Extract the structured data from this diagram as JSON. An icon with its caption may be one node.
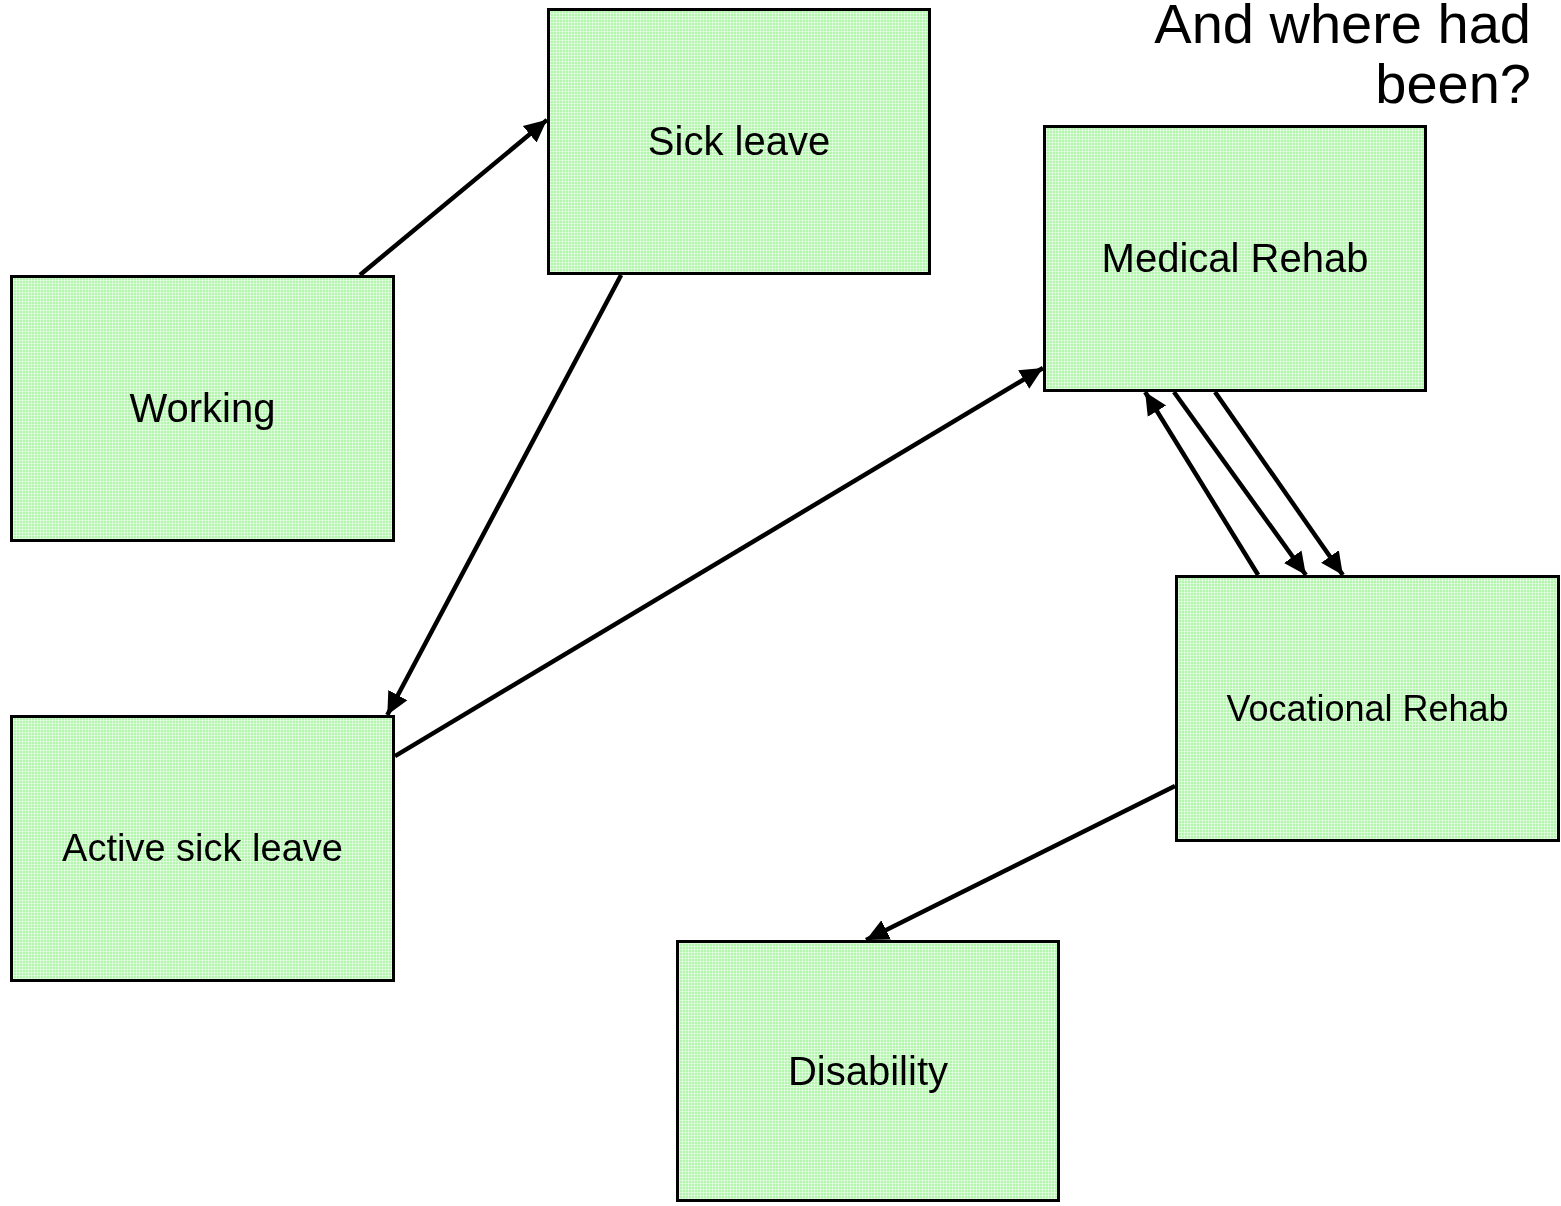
{
  "diagram": {
    "title": "And where had been?",
    "nodes": [
      {
        "text": [
          "Working"
        ]
      },
      {
        "text": [
          "Sick leave"
        ]
      },
      {
        "text": [
          "Active sick leave"
        ]
      },
      {
        "text": [
          "Medical Rehab"
        ]
      },
      {
        "text": [
          "Vocational Rehab"
        ]
      },
      {
        "text": [
          "Disability"
        ]
      }
    ],
    "edges": [
      {
        "from": 0,
        "to": 1,
        "arrow": "to"
      },
      {
        "from": 1,
        "to": 2,
        "arrow": "to"
      },
      {
        "from": 2,
        "to": 3,
        "arrow": "to"
      },
      {
        "from": 4,
        "to": 3,
        "arrow": "to"
      },
      {
        "from": 3,
        "to": 4,
        "arrow": "to"
      },
      {
        "from": 3,
        "to": 4,
        "arrow": "to"
      },
      {
        "from": 4,
        "to": 5,
        "arrow": "to"
      }
    ]
  }
}
